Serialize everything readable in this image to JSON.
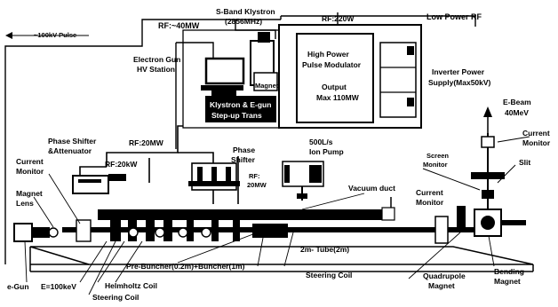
{
  "labels": {
    "klystron_title_1": "S-Band Klystron",
    "klystron_title_2": "(2856MHz)",
    "rf_40mw": "RF:~40MW",
    "rf_220w": "RF:220W",
    "low_power_rf": "Low Power RF",
    "pulse_100kv": "~100kV Pulse",
    "egun_hv_1": "Electron Gun",
    "egun_hv_2": "HV Station",
    "magnet": "Magnet",
    "hp_modulator_1": "High Power",
    "hp_modulator_2": "Pulse Modulator",
    "output_1": "Output",
    "output_2": "Max 110MW",
    "inverter_1": "Inverter Power",
    "inverter_2": "Supply(Max50kV)",
    "step_up_1": "Klystron & E-gun",
    "step_up_2": "Step-up Trans",
    "ebeam_1": "E-Beam",
    "ebeam_2": "40MeV",
    "current_monitor_right_1": "Current",
    "current_monitor_right_2": "Monitor",
    "phase_shifter_att_1": "Phase Shifter",
    "phase_shifter_att_2": "&Attenuator",
    "rf_20mw_left": "RF:20MW",
    "rf_20kw": "RF:20kW",
    "phase_shifter_1": "Phase",
    "phase_shifter_2": "Shifter",
    "ion_pump_1": "500L/s",
    "ion_pump_2": "Ion Pump",
    "screen_monitor_1": "Screen",
    "screen_monitor_2": "Monitor",
    "slit": "Slit",
    "current_monitor_left_1": "Current",
    "current_monitor_left_2": "Monitor",
    "rf_20mw_center_1": "RF:",
    "rf_20mw_center_2": "20MW",
    "vacuum_duct": "Vacuum duct",
    "current_monitor_mid_1": "Current",
    "current_monitor_mid_2": "Monitor",
    "magnet_lens_1": "Magnet",
    "magnet_lens_2": "Lens",
    "tube_2m": "2m- Tube(2m)",
    "buncher": "Pre-Buncher(0.2m)+Buncher(1m)",
    "steering_coil_center": "Steering Coil",
    "quadrupole_1": "Quadrupole",
    "quadrupole_2": "Magnet",
    "bending_1": "Bending",
    "bending_2": "Magnet",
    "egun": "e-Gun",
    "energy": "E=100keV",
    "helmholtz": "Helmholtz Coil",
    "steering_coil_bottom": "Steering Coil"
  }
}
